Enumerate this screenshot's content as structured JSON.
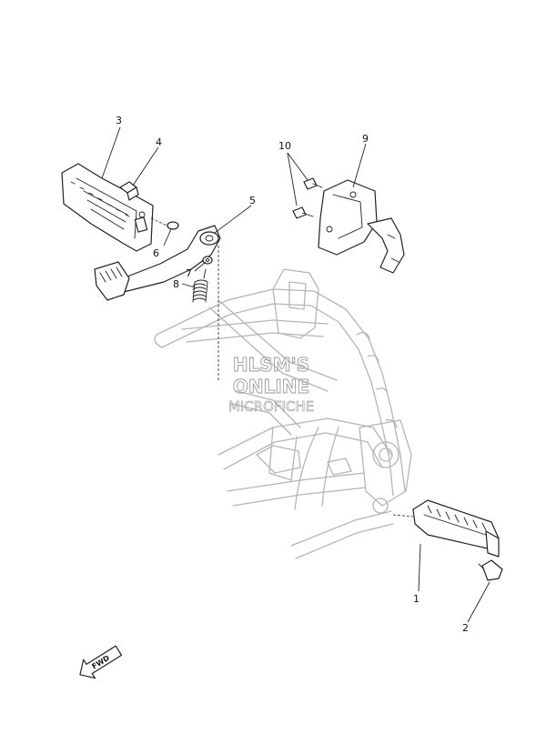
{
  "callouts": {
    "c1": "1",
    "c2": "2",
    "c3": "3",
    "c4": "4",
    "c5": "5",
    "c6": "6",
    "c7": "7",
    "c8": "8",
    "c9": "9",
    "c10": "10"
  },
  "watermark": {
    "line1": "HLSM'S",
    "line2": "ONLINE",
    "line3": "MICROFICHE"
  },
  "direction_arrow": {
    "label": "FWD"
  }
}
